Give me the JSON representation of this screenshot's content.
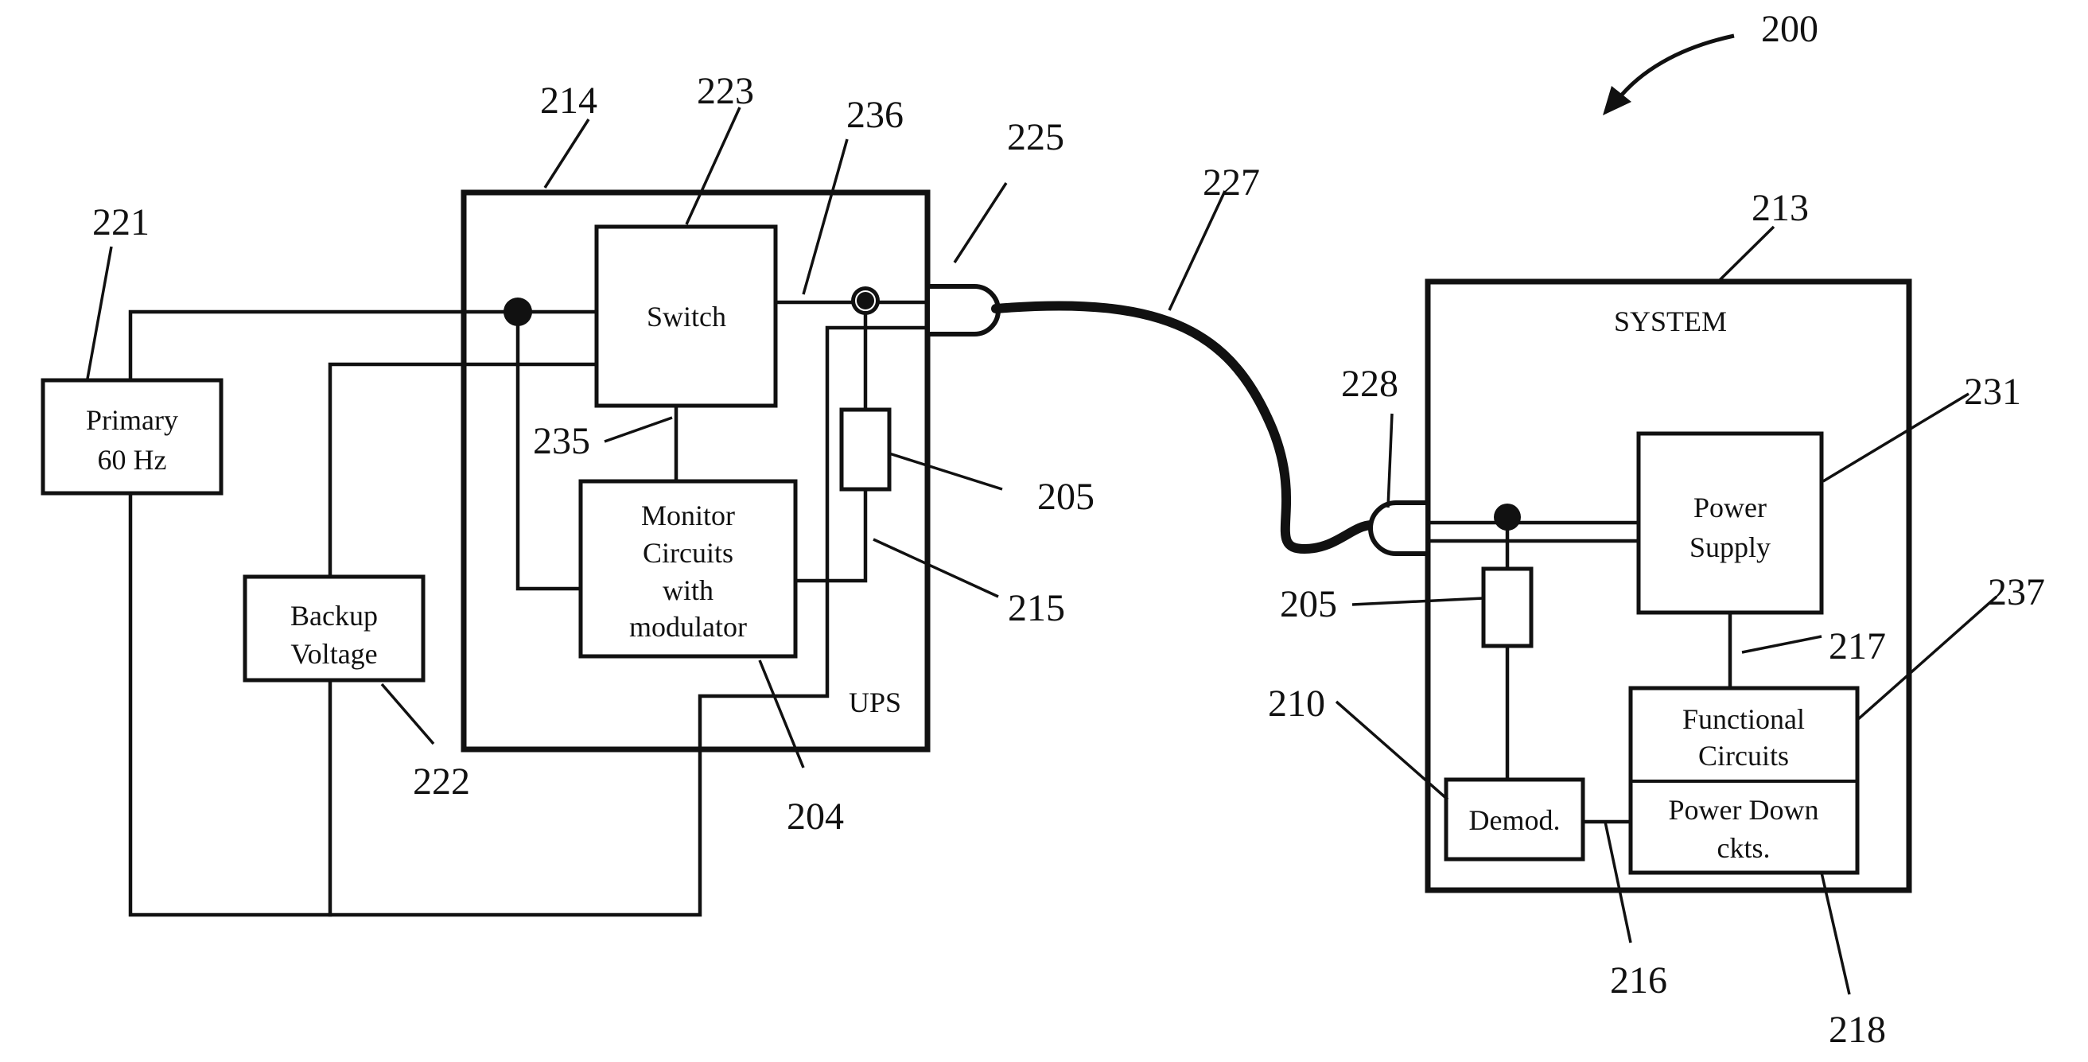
{
  "figure_number": "200",
  "blocks": {
    "primary": [
      "Primary",
      "60 Hz"
    ],
    "backup": [
      "Backup",
      "Voltage"
    ],
    "switch": "Switch",
    "monitor": [
      "Monitor",
      "Circuits",
      "with",
      "modulator"
    ],
    "ups": "UPS",
    "system": "SYSTEM",
    "power_supply": [
      "Power",
      "Supply"
    ],
    "functional": [
      "Functional",
      "Circuits"
    ],
    "power_down": [
      "Power Down",
      "ckts."
    ],
    "demod": "Demod."
  },
  "refs": {
    "r221": "221",
    "r222": "222",
    "r214": "214",
    "r223": "223",
    "r236": "236",
    "r225": "225",
    "r227": "227",
    "r213": "213",
    "r228": "228",
    "r231": "231",
    "r235": "235",
    "r205a": "205",
    "r215": "215",
    "r204": "204",
    "r205b": "205",
    "r210": "210",
    "r217": "217",
    "r237": "237",
    "r216": "216",
    "r218": "218"
  }
}
